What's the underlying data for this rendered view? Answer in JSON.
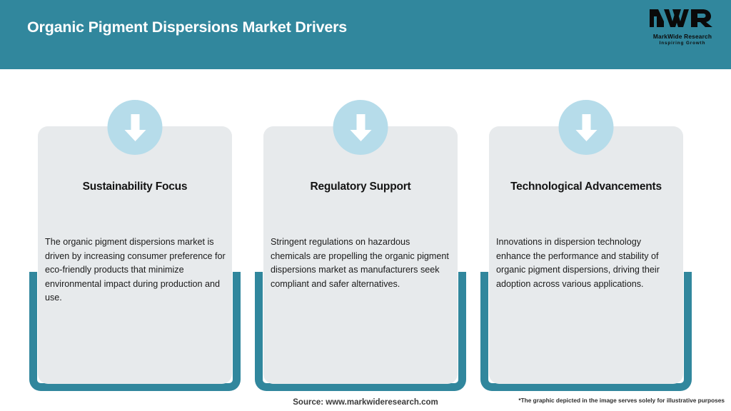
{
  "header": {
    "title": "Organic Pigment Dispersions Market Drivers",
    "background_color": "#31879d",
    "logo": {
      "mark": "MWR",
      "name": "MarkWide Research",
      "tagline": "Inspiring Growth"
    }
  },
  "cards": [
    {
      "icon": "down-arrow-icon",
      "title": "Sustainability Focus",
      "body": "The organic pigment dispersions market is driven by increasing consumer preference for eco-friendly products that minimize environmental impact during production and use."
    },
    {
      "icon": "down-arrow-icon",
      "title": "Regulatory Support",
      "body": "Stringent regulations on hazardous chemicals are propelling the organic pigment dispersions market as manufacturers seek compliant and safer alternatives."
    },
    {
      "icon": "down-arrow-icon",
      "title": "Technological Advancements",
      "body": "Innovations in dispersion technology enhance the performance and stability of organic pigment dispersions, driving their adoption across various applications."
    }
  ],
  "footer": {
    "source": "Source: www.markwideresearch.com",
    "disclaimer": "*The graphic depicted in the image serves solely for illustrative purposes"
  },
  "colors": {
    "accent_teal": "#31879d",
    "card_background": "#e7eaec",
    "icon_circle": "#b6dcea",
    "title_text": "#ffffff"
  }
}
